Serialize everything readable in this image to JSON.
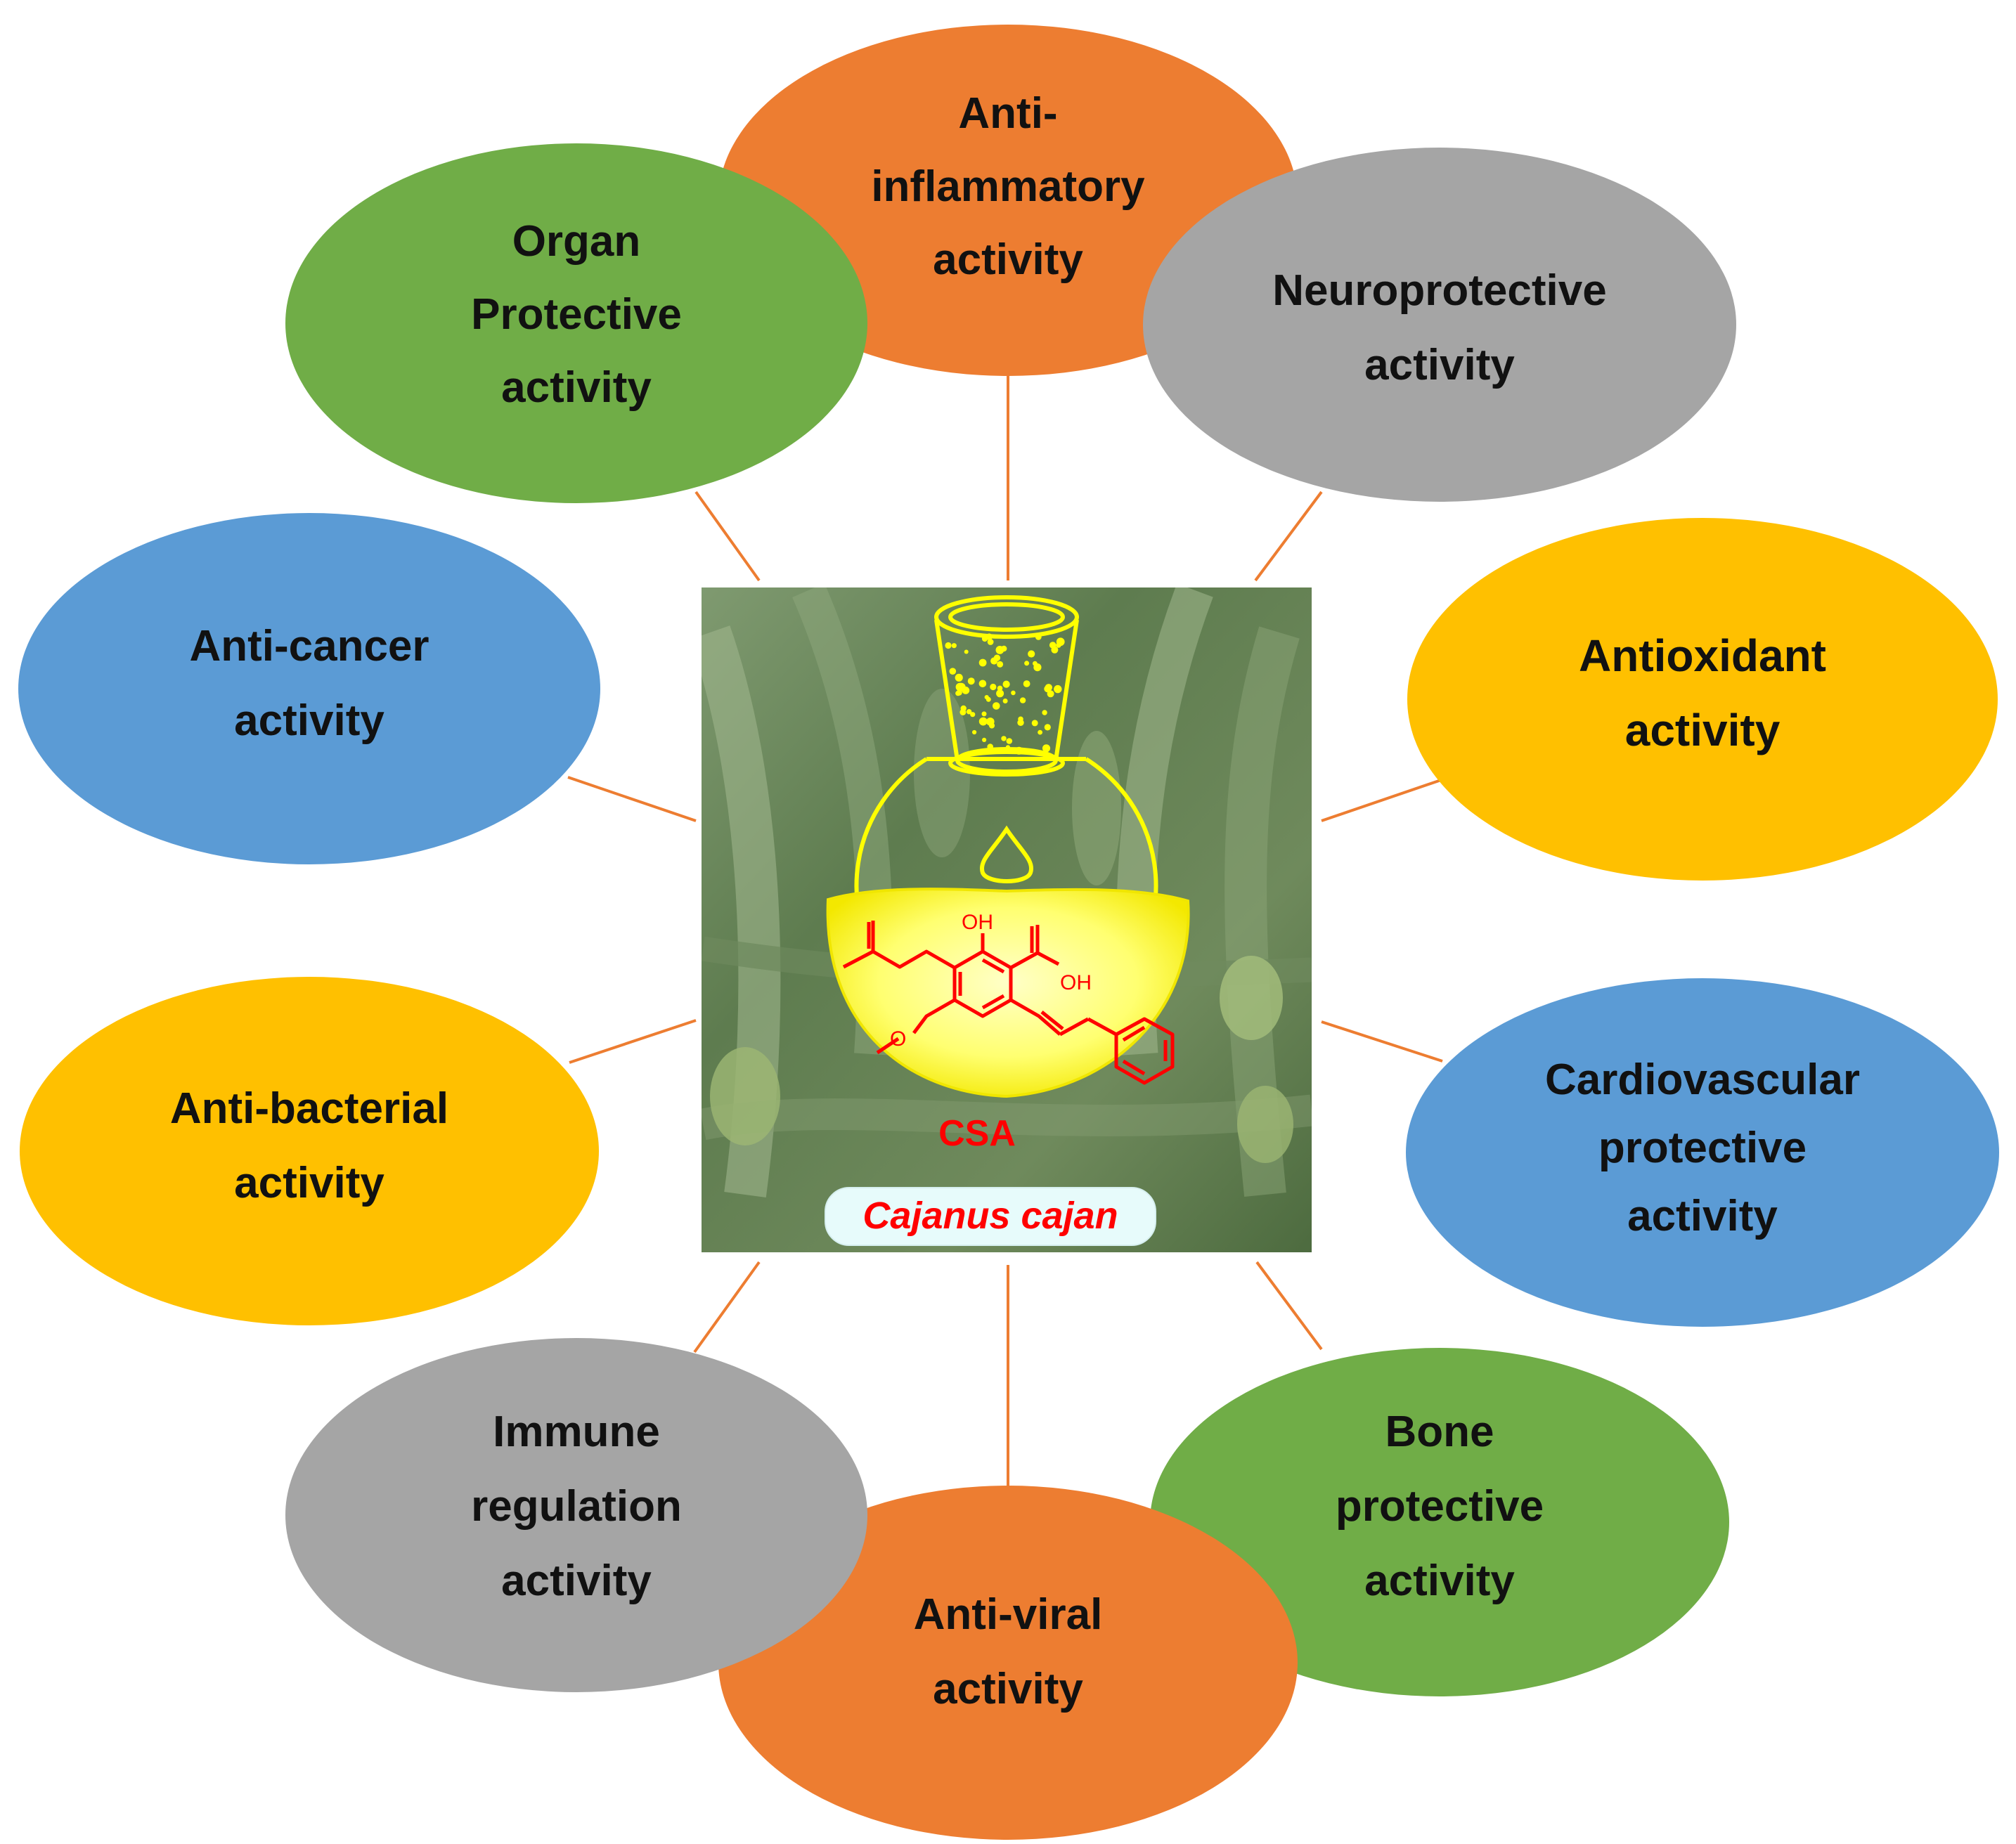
{
  "colors": {
    "orange": "#ED7D31",
    "gray": "#A5A5A5",
    "green": "#70AD47",
    "blue": "#5B9BD5",
    "gold": "#FFC000",
    "connector": "#ED7D31",
    "flask": "#FFFF00",
    "chem_red": "#FF0000",
    "badge_bg": "#E7FBFB"
  },
  "center": {
    "compound_label": "CSA",
    "plant_label": "Cajanus cajan",
    "structure_labels": {
      "oh_top": "OH",
      "oh_acid": "OH",
      "methoxy_o": "O"
    }
  },
  "activities": [
    {
      "id": "anti-inflammatory",
      "lines": [
        "Anti-",
        "inflammatory",
        "activity"
      ],
      "color": "orange"
    },
    {
      "id": "neuroprotective",
      "lines": [
        "Neuroprotective",
        "activity"
      ],
      "color": "gray"
    },
    {
      "id": "antioxidant",
      "lines": [
        "Antioxidant",
        "activity"
      ],
      "color": "gold"
    },
    {
      "id": "cardiovascular",
      "lines": [
        "Cardiovascular",
        "protective",
        "activity"
      ],
      "color": "blue"
    },
    {
      "id": "bone",
      "lines": [
        "Bone",
        "protective",
        "activity"
      ],
      "color": "green"
    },
    {
      "id": "anti-viral",
      "lines": [
        "Anti-viral",
        "activity"
      ],
      "color": "orange"
    },
    {
      "id": "immune",
      "lines": [
        "Immune",
        "regulation",
        "activity"
      ],
      "color": "gray"
    },
    {
      "id": "anti-bacterial",
      "lines": [
        "Anti-bacterial",
        "activity"
      ],
      "color": "gold"
    },
    {
      "id": "anti-cancer",
      "lines": [
        "Anti-cancer",
        "activity"
      ],
      "color": "blue"
    },
    {
      "id": "organ",
      "lines": [
        "Organ",
        "Protective",
        "activity"
      ],
      "color": "green"
    }
  ]
}
